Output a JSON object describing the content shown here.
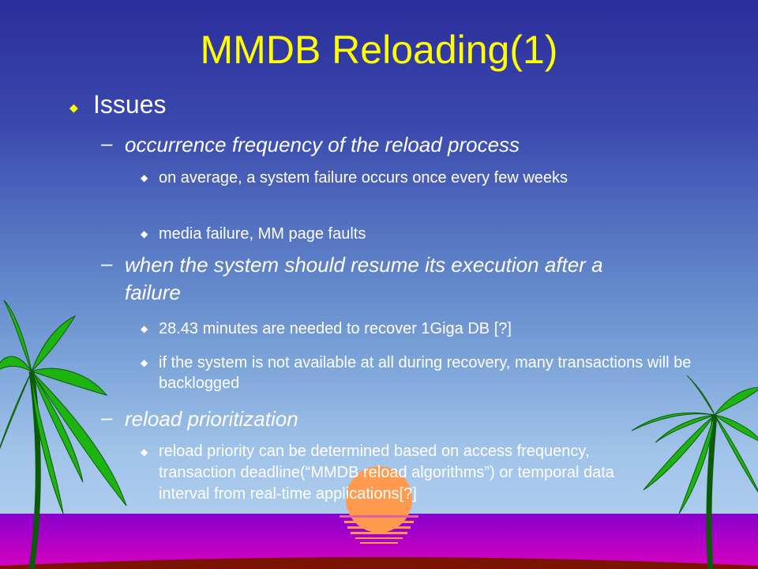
{
  "slide": {
    "title": "MMDB Reloading(1)",
    "heading": "Issues",
    "sections": [
      {
        "label": "occurrence frequency of the reload process",
        "points": [
          "on average, a system failure occurs once every few weeks",
          "media failure, MM page faults"
        ]
      },
      {
        "label": "when the system should resume its execution after a failure",
        "points": [
          "28.43 minutes are needed to recover 1Giga DB [?]",
          "if the system is not available at all during recovery, many transactions will be backlogged"
        ]
      },
      {
        "label": "reload prioritization",
        "points": [
          "reload priority can be determined based on access frequency, transaction deadline(“MMDB reload algorithms”)  or temporal data interval from real-time applications[?]"
        ]
      }
    ]
  },
  "icons": {
    "level1_bullet": "diamond-bullet-icon",
    "level2_bullet": "dash",
    "level3_bullet": "diamond-bullet-icon"
  },
  "colors": {
    "title": "#ffff00",
    "text": "#ffffff",
    "sky_top": "#2a2d9c",
    "sky_bottom": "#b6d3ef",
    "sea": "#c400c8",
    "sun": "#ff9a4e",
    "palm": "#1db311"
  }
}
